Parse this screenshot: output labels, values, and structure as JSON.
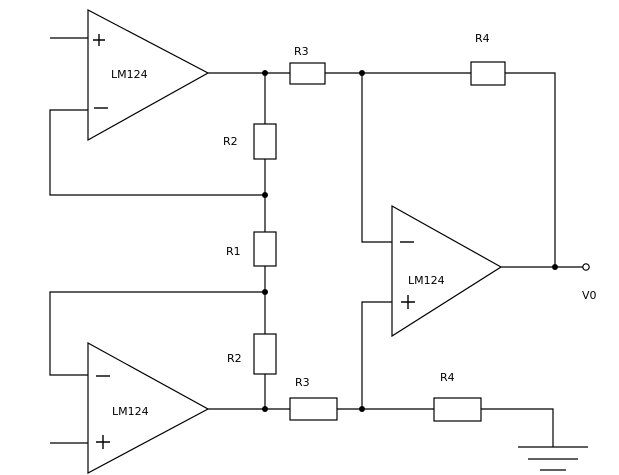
{
  "circuit": {
    "opamps": [
      {
        "id": "u1",
        "label": "LM124"
      },
      {
        "id": "u2",
        "label": "LM124"
      },
      {
        "id": "u3",
        "label": "LM124"
      }
    ],
    "resistors": {
      "r2_top": "R2",
      "r1": "R1",
      "r2_bottom": "R2",
      "r3_top": "R3",
      "r3_bottom": "R3",
      "r4_top": "R4",
      "r4_bottom": "R4"
    },
    "output_label": "V0"
  },
  "colors": {
    "line": "#000000",
    "background": "#ffffff"
  }
}
